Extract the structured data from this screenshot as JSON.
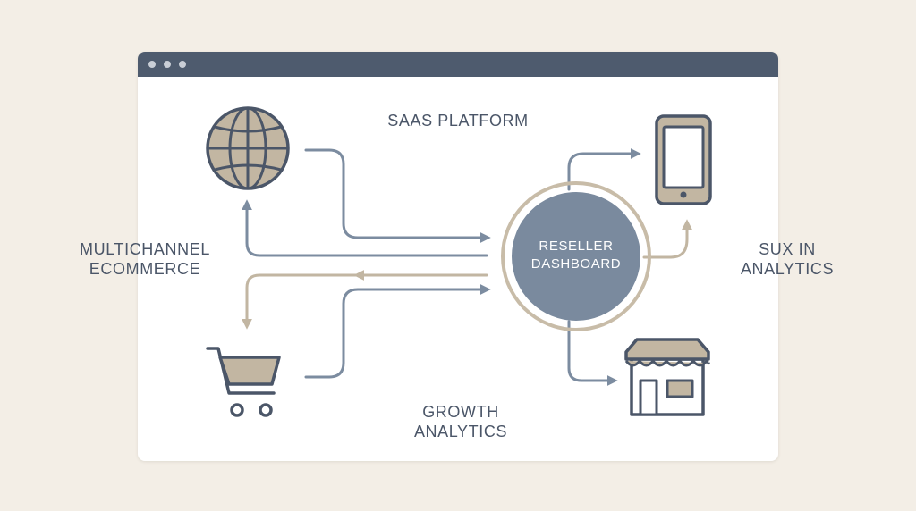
{
  "diagram": {
    "labels": {
      "saas_platform": "SAAS PLATFORM",
      "multichannel": "MULTICHANNEL\nECOMMERCE",
      "growth": "GROWTH\nANALYTICS",
      "sux": "SUX IN\nANALYTICS",
      "hub": "RESELLER\nDASHBOARD"
    },
    "icons": [
      "globe-icon",
      "shopping-cart-icon",
      "smartphone-icon",
      "storefront-icon"
    ],
    "colors": {
      "background": "#f3eee6",
      "window": "#ffffff",
      "titlebar": "#4e5b6e",
      "slate": "#4b5668",
      "steel_blue": "#7c8ca0",
      "tan": "#c2b6a2",
      "hub_fill": "#7a8a9e"
    }
  }
}
